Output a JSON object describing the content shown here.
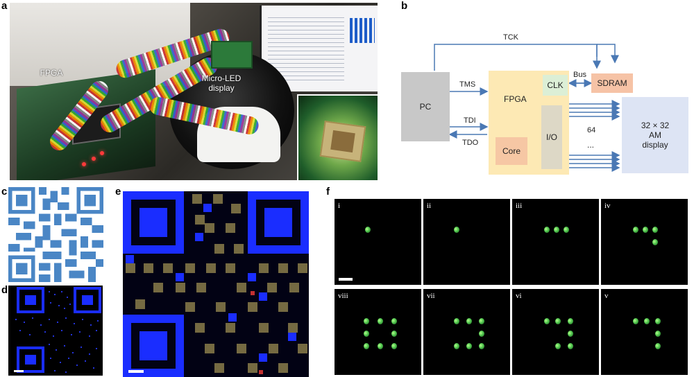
{
  "panel_letters": {
    "a": "a",
    "b": "b",
    "c": "c",
    "d": "d",
    "e": "e",
    "f": "f"
  },
  "panel_a": {
    "label_fpga": "FPGA",
    "label_display_line1": "Micro-LED",
    "label_display_line2": "display"
  },
  "panel_b": {
    "tck": "TCK",
    "tms": "TMS",
    "tdi": "TDI",
    "tdo": "TDO",
    "pc": "PC",
    "fpga": "FPGA",
    "clk": "CLK",
    "bus": "Bus",
    "sdram": "SDRAM",
    "io": "I/O",
    "core": "Core",
    "count": "64",
    "ellipsis": "...",
    "display_line1": "32 × 32",
    "display_line2": "AM",
    "display_line3": "display"
  },
  "panel_f": {
    "tiles": [
      {
        "label": "i"
      },
      {
        "label": "ii"
      },
      {
        "label": "iii"
      },
      {
        "label": "iv"
      },
      {
        "label": "viii"
      },
      {
        "label": "vii"
      },
      {
        "label": "vi"
      },
      {
        "label": "v"
      }
    ]
  },
  "colors": {
    "arrow_blue": "#4a78b4",
    "pc_gray": "#c8c8c8",
    "fpga_yellow": "#fde9b4",
    "clk_green": "#dcefd6",
    "sdram_orange": "#f6c3a6",
    "io_gray": "#ddd8c6",
    "core_orange": "#f6c7a4",
    "display_blue": "#dde4f4",
    "qr_blue": "#4a86c5",
    "display_blue_led": "#1a2dff"
  }
}
